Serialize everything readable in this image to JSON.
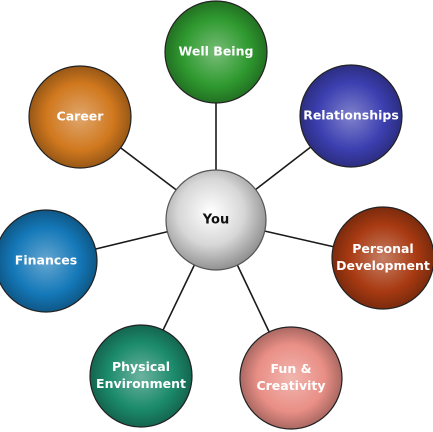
{
  "center": {
    "label": "You"
  },
  "nodes": [
    {
      "id": "well-being",
      "lines": [
        "Well Being"
      ],
      "color": "#2f9a2f"
    },
    {
      "id": "relationships",
      "lines": [
        "Relationships"
      ],
      "color": "#3c3fb0"
    },
    {
      "id": "personal-development",
      "lines": [
        "Personal",
        "Development"
      ],
      "color": "#a83a12"
    },
    {
      "id": "fun-creativity",
      "lines": [
        "Fun &",
        "Creativity"
      ],
      "color": "#e98f86"
    },
    {
      "id": "physical-environment",
      "lines": [
        "Physical",
        "Environment"
      ],
      "color": "#1b8a6b"
    },
    {
      "id": "finances",
      "lines": [
        "Finances"
      ],
      "color": "#1478b8"
    },
    {
      "id": "career",
      "lines": [
        "Career"
      ],
      "color": "#d0781e"
    }
  ]
}
